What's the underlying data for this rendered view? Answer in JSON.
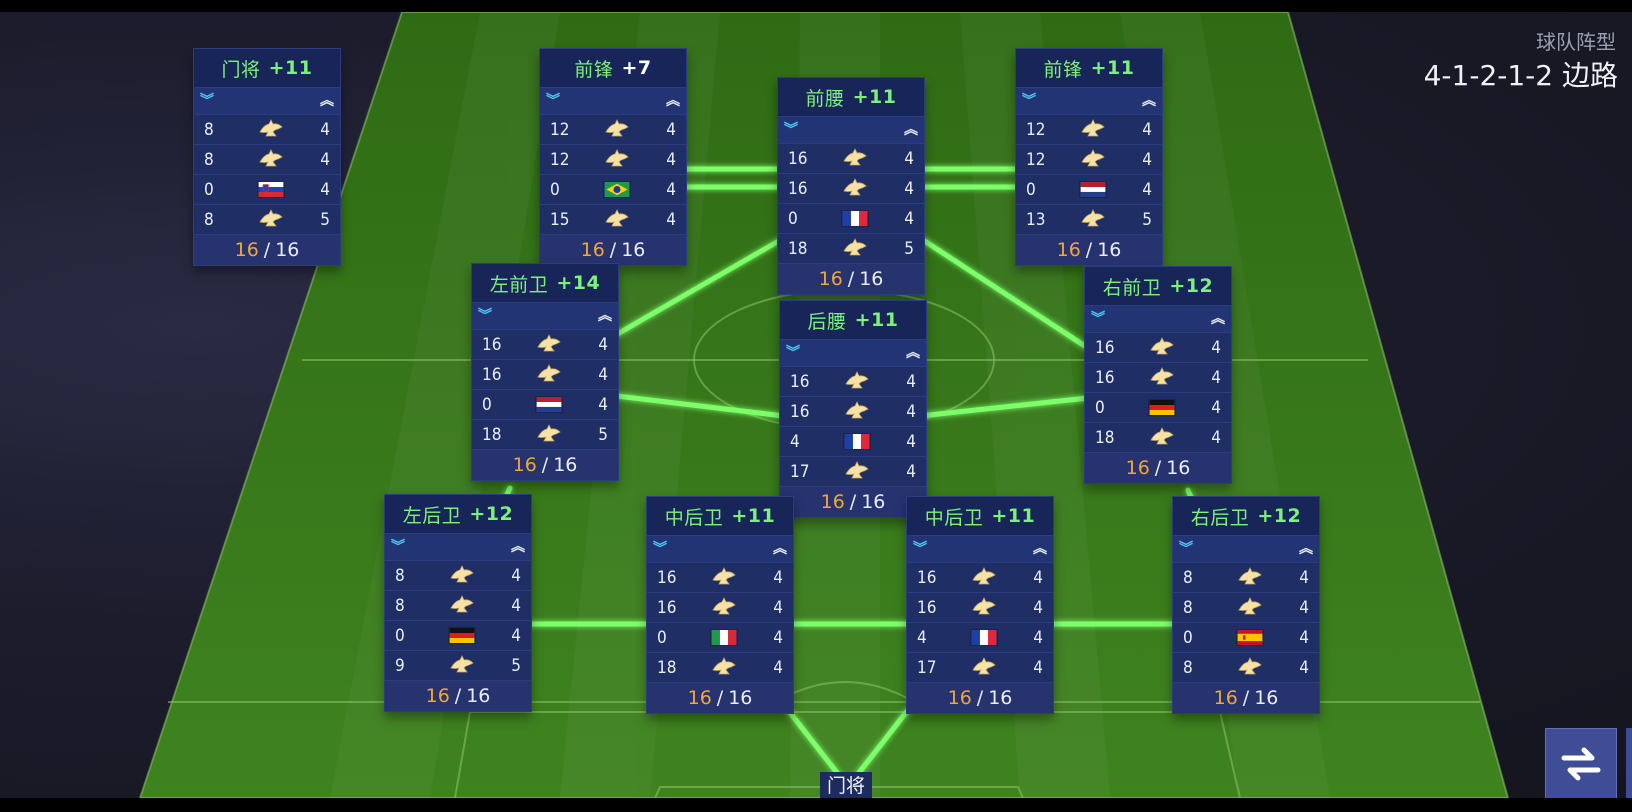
{
  "formation": {
    "label": "球队阵型",
    "value": "4-1-2-1-2 边路"
  },
  "gk_marker": "门将",
  "colors": {
    "pitch": "#3c7a1e",
    "link": "#7dff6a",
    "boost": "#7df27a",
    "current_level": "#f0a63a",
    "card_bg": "#1f2f66"
  },
  "icons": {
    "row_icon": "boot-icon",
    "chev_left": "chevron-down-icon",
    "chev_right": "chevron-up-icon",
    "swap": "swap-icon"
  },
  "cards": [
    {
      "id": "gk",
      "position": "门将",
      "boost": "+11",
      "boost_color": "green",
      "rows": [
        {
          "left": "8",
          "icon": "boot",
          "right": "4"
        },
        {
          "left": "8",
          "icon": "boot",
          "right": "4"
        },
        {
          "left": "0",
          "icon": "flag-slovenia",
          "right": "4"
        },
        {
          "left": "8",
          "icon": "boot",
          "right": "5"
        }
      ],
      "current": "16",
      "max": "16"
    },
    {
      "id": "st-left",
      "position": "前锋",
      "boost": "+7",
      "boost_color": "white",
      "rows": [
        {
          "left": "12",
          "icon": "boot",
          "right": "4"
        },
        {
          "left": "12",
          "icon": "boot",
          "right": "4"
        },
        {
          "left": "0",
          "icon": "flag-brazil",
          "right": "4"
        },
        {
          "left": "15",
          "icon": "boot",
          "right": "4"
        }
      ],
      "current": "16",
      "max": "16"
    },
    {
      "id": "cam",
      "position": "前腰",
      "boost": "+11",
      "boost_color": "green",
      "rows": [
        {
          "left": "16",
          "icon": "boot",
          "right": "4"
        },
        {
          "left": "16",
          "icon": "boot",
          "right": "4"
        },
        {
          "left": "0",
          "icon": "flag-france",
          "right": "4"
        },
        {
          "left": "18",
          "icon": "boot",
          "right": "5"
        }
      ],
      "current": "16",
      "max": "16"
    },
    {
      "id": "st-right",
      "position": "前锋",
      "boost": "+11",
      "boost_color": "green",
      "rows": [
        {
          "left": "12",
          "icon": "boot",
          "right": "4"
        },
        {
          "left": "12",
          "icon": "boot",
          "right": "4"
        },
        {
          "left": "0",
          "icon": "flag-netherlands",
          "right": "4"
        },
        {
          "left": "13",
          "icon": "boot",
          "right": "5"
        }
      ],
      "current": "16",
      "max": "16"
    },
    {
      "id": "lm",
      "position": "左前卫",
      "boost": "+14",
      "boost_color": "green",
      "rows": [
        {
          "left": "16",
          "icon": "boot",
          "right": "4"
        },
        {
          "left": "16",
          "icon": "boot",
          "right": "4"
        },
        {
          "left": "0",
          "icon": "flag-netherlands",
          "right": "4"
        },
        {
          "left": "18",
          "icon": "boot",
          "right": "5"
        }
      ],
      "current": "16",
      "max": "16"
    },
    {
      "id": "cdm",
      "position": "后腰",
      "boost": "+11",
      "boost_color": "green",
      "rows": [
        {
          "left": "16",
          "icon": "boot",
          "right": "4"
        },
        {
          "left": "16",
          "icon": "boot",
          "right": "4"
        },
        {
          "left": "4",
          "icon": "flag-france",
          "right": "4"
        },
        {
          "left": "17",
          "icon": "boot",
          "right": "4"
        }
      ],
      "current": "16",
      "max": "16"
    },
    {
      "id": "rm",
      "position": "右前卫",
      "boost": "+12",
      "boost_color": "green",
      "rows": [
        {
          "left": "16",
          "icon": "boot",
          "right": "4"
        },
        {
          "left": "16",
          "icon": "boot",
          "right": "4"
        },
        {
          "left": "0",
          "icon": "flag-germany",
          "right": "4"
        },
        {
          "left": "18",
          "icon": "boot",
          "right": "4"
        }
      ],
      "current": "16",
      "max": "16"
    },
    {
      "id": "lb",
      "position": "左后卫",
      "boost": "+12",
      "boost_color": "green",
      "rows": [
        {
          "left": "8",
          "icon": "boot",
          "right": "4"
        },
        {
          "left": "8",
          "icon": "boot",
          "right": "4"
        },
        {
          "left": "0",
          "icon": "flag-germany",
          "right": "4"
        },
        {
          "left": "9",
          "icon": "boot",
          "right": "5"
        }
      ],
      "current": "16",
      "max": "16"
    },
    {
      "id": "cb-left",
      "position": "中后卫",
      "boost": "+11",
      "boost_color": "green",
      "rows": [
        {
          "left": "16",
          "icon": "boot",
          "right": "4"
        },
        {
          "left": "16",
          "icon": "boot",
          "right": "4"
        },
        {
          "left": "0",
          "icon": "flag-italy",
          "right": "4"
        },
        {
          "left": "18",
          "icon": "boot",
          "right": "4"
        }
      ],
      "current": "16",
      "max": "16"
    },
    {
      "id": "cb-right",
      "position": "中后卫",
      "boost": "+11",
      "boost_color": "green",
      "rows": [
        {
          "left": "16",
          "icon": "boot",
          "right": "4"
        },
        {
          "left": "16",
          "icon": "boot",
          "right": "4"
        },
        {
          "left": "4",
          "icon": "flag-france",
          "right": "4"
        },
        {
          "left": "17",
          "icon": "boot",
          "right": "4"
        }
      ],
      "current": "16",
      "max": "16"
    },
    {
      "id": "rb",
      "position": "右后卫",
      "boost": "+12",
      "boost_color": "green",
      "rows": [
        {
          "left": "8",
          "icon": "boot",
          "right": "4"
        },
        {
          "left": "8",
          "icon": "boot",
          "right": "4"
        },
        {
          "left": "0",
          "icon": "flag-spain",
          "right": "4"
        },
        {
          "left": "8",
          "icon": "boot",
          "right": "4"
        }
      ],
      "current": "16",
      "max": "16"
    }
  ]
}
